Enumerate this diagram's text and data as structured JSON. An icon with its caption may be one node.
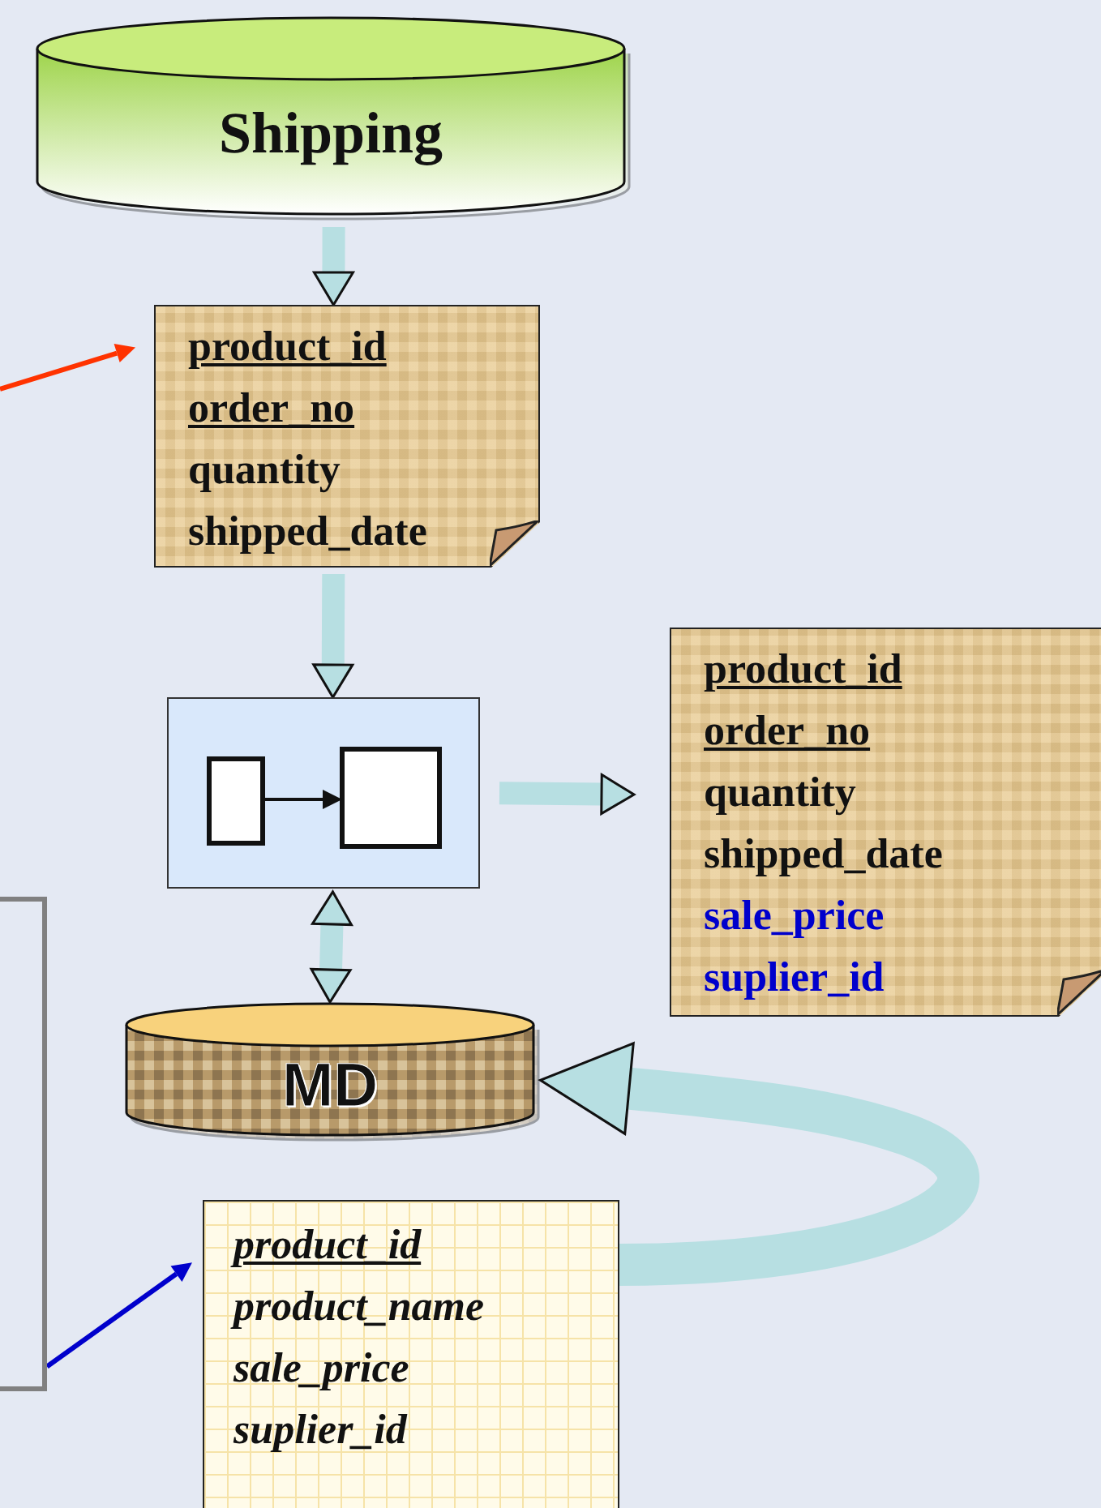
{
  "diagram": {
    "nodes": [
      {
        "text": [
          "Shipping"
        ]
      },
      {
        "text": [
          "product_id",
          "order_no",
          "quantity",
          "shipped_date"
        ]
      },
      {
        "text": [],
        "shape": "box"
      },
      {
        "text": [
          "product_id",
          "order_no",
          "quantity",
          "shipped_date",
          "sale_price",
          "suplier_id"
        ]
      },
      {
        "text": [
          "MD"
        ]
      },
      {
        "text": [
          "product_id",
          "product_name",
          "sale_price",
          "suplier_id"
        ]
      },
      {
        "text": [],
        "shape": "box"
      }
    ],
    "edges": [
      {
        "from": 0,
        "to": 1,
        "arrow": "to"
      },
      {
        "from": 1,
        "to": 2,
        "arrow": "to"
      },
      {
        "from": 2,
        "to": 3,
        "arrow": "to"
      },
      {
        "from": 2,
        "to": 4,
        "arrow": "both"
      },
      {
        "from": 5,
        "to": 4,
        "arrow": "to",
        "style": "thick"
      },
      {
        "from": null,
        "to": 1,
        "arrow": "to",
        "color": "#ff3300"
      },
      {
        "from": 6,
        "to": 5,
        "arrow": "to",
        "color": "#0000cc"
      }
    ]
  }
}
